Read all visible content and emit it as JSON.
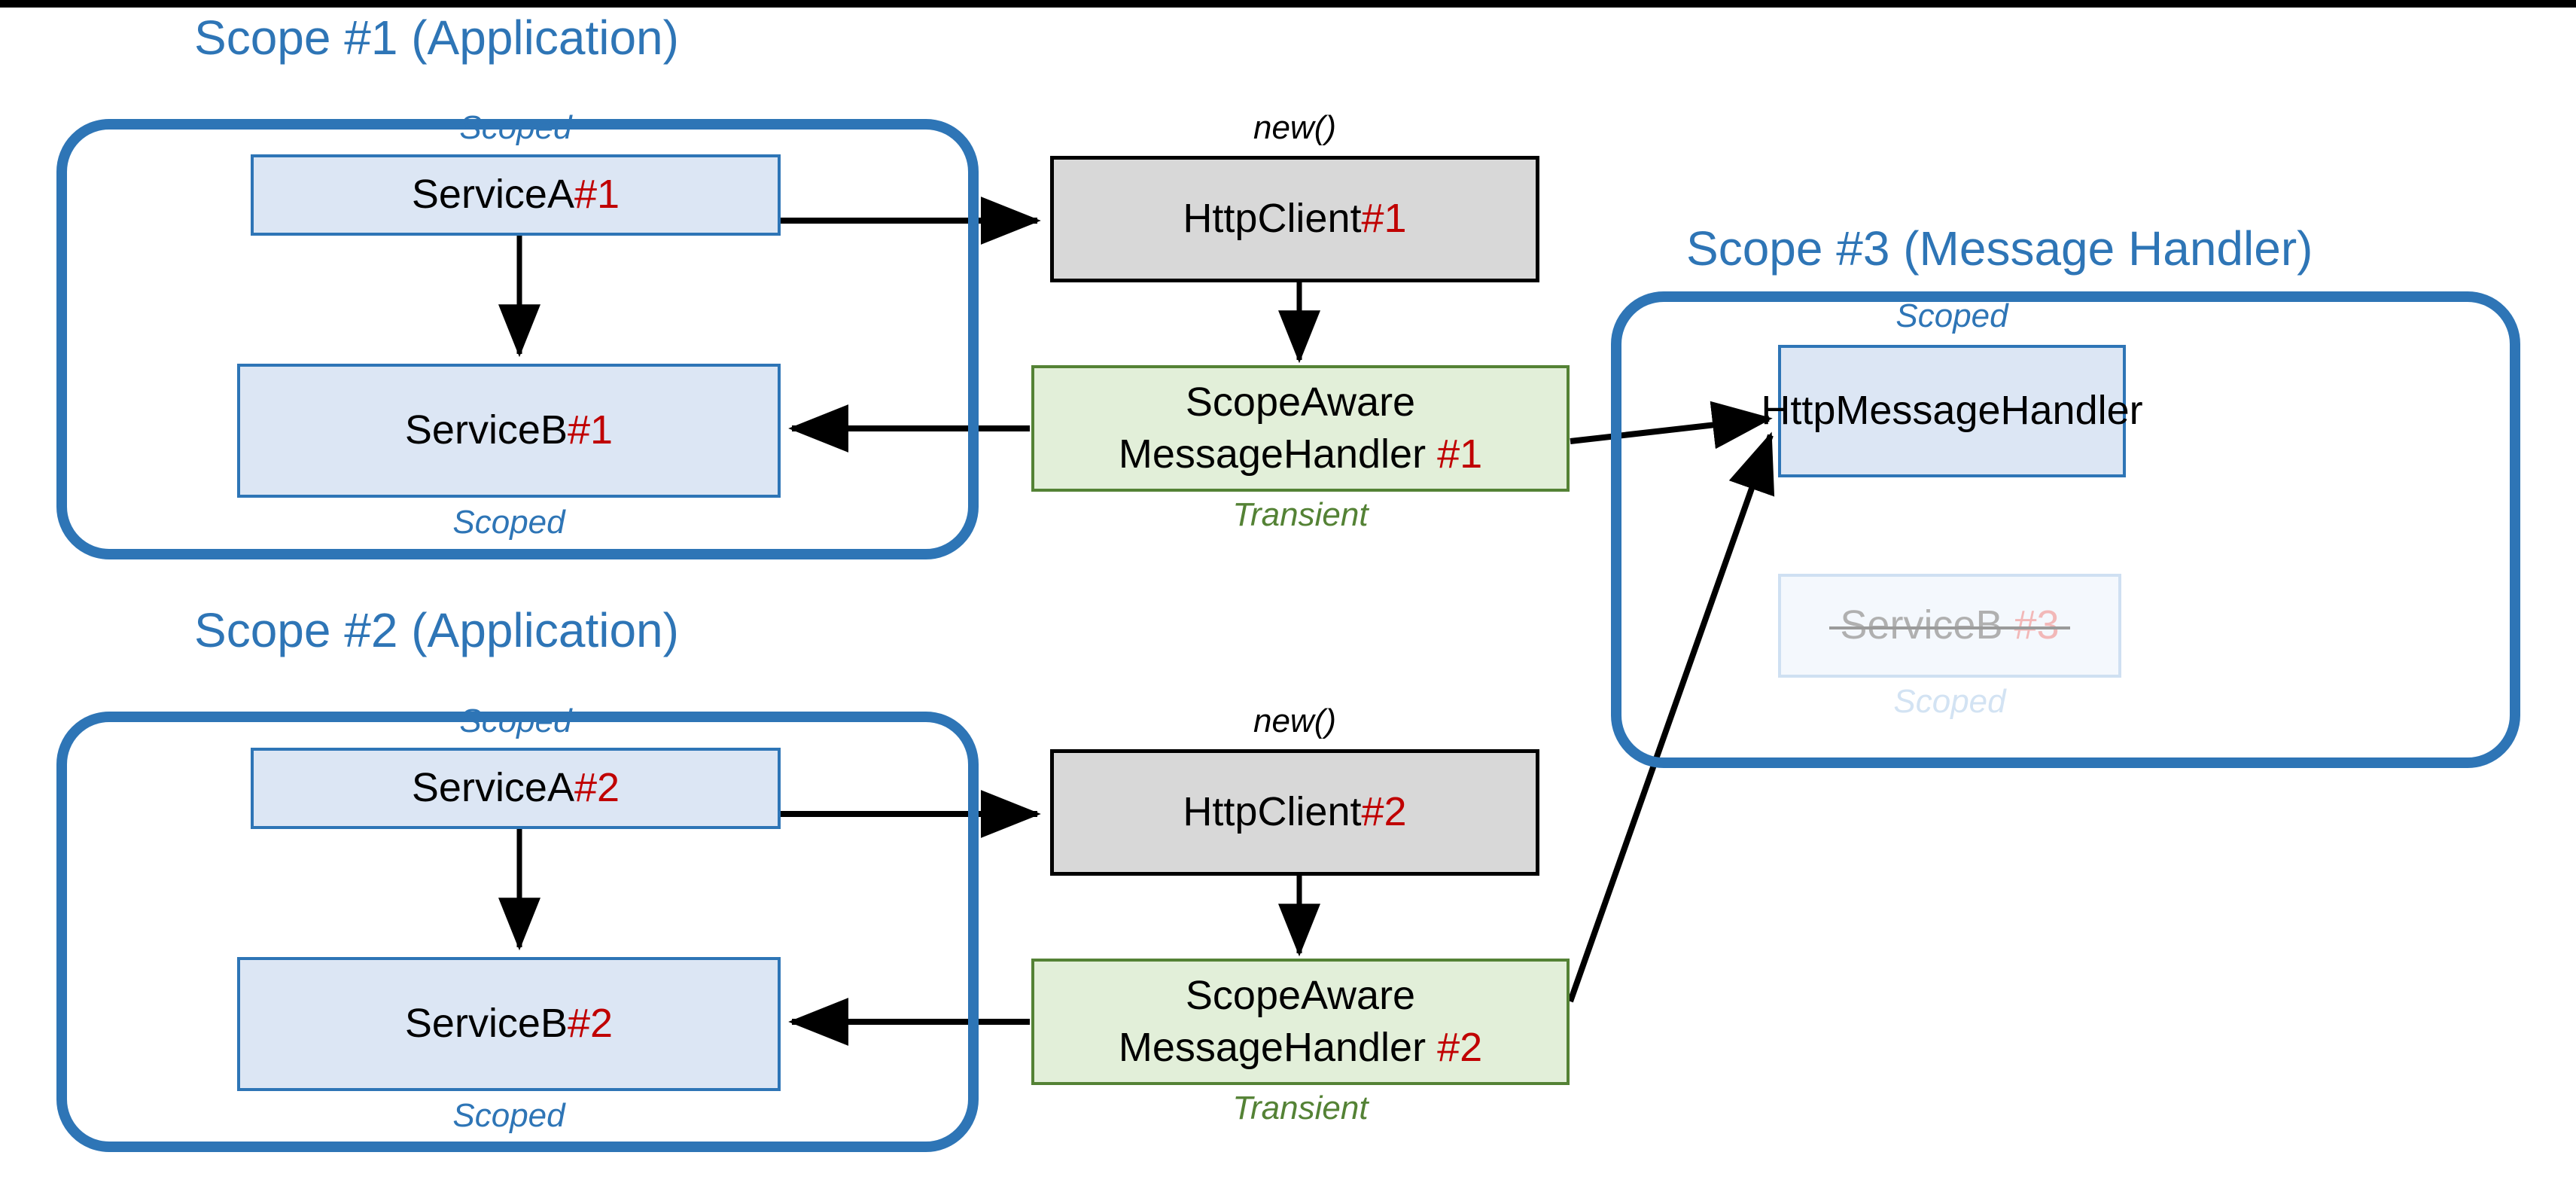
{
  "diagram": {
    "title_color": "#2e75b6",
    "accent_red": "#c00000",
    "accent_green": "#548235"
  },
  "scopes": [
    {
      "id": "scope1",
      "title": "Scope #1 (Application)"
    },
    {
      "id": "scope2",
      "title": "Scope #2 (Application)"
    },
    {
      "id": "scope3",
      "title": "Scope #3 (Message Handler)"
    }
  ],
  "nodes": {
    "service_a_1": {
      "label": "ServiceA ",
      "num": "#1",
      "lifetime": "Scoped",
      "style": "blue"
    },
    "service_b_1": {
      "label": "ServiceB ",
      "num": "#1",
      "lifetime": "Scoped",
      "style": "blue"
    },
    "http_client_1": {
      "label": "HttpClient ",
      "num": "#1",
      "lifetime": "new()",
      "style": "gray"
    },
    "handler_1_l1": {
      "label": "ScopeAware"
    },
    "handler_1_l2": {
      "label": "MessageHandler ",
      "num": "#1",
      "lifetime": "Transient",
      "style": "green"
    },
    "service_a_2": {
      "label": "ServiceA ",
      "num": "#2",
      "lifetime": "Scoped",
      "style": "blue"
    },
    "service_b_2": {
      "label": "ServiceB ",
      "num": "#2",
      "lifetime": "Scoped",
      "style": "blue"
    },
    "http_client_2": {
      "label": "HttpClient ",
      "num": "#2",
      "lifetime": "new()",
      "style": "gray"
    },
    "handler_2_l1": {
      "label": "ScopeAware"
    },
    "handler_2_l2": {
      "label": "MessageHandler ",
      "num": "#2",
      "lifetime": "Transient",
      "style": "green"
    },
    "http_message_handler": {
      "label": "HttpMessageHandler",
      "lifetime": "Scoped",
      "style": "blue"
    },
    "service_b_3": {
      "label": "ServiceB ",
      "num": "#3",
      "lifetime": "Scoped",
      "style": "ghost",
      "disabled": true
    }
  },
  "captions": {
    "scoped": "Scoped",
    "transient": "Transient",
    "new": "new()"
  }
}
